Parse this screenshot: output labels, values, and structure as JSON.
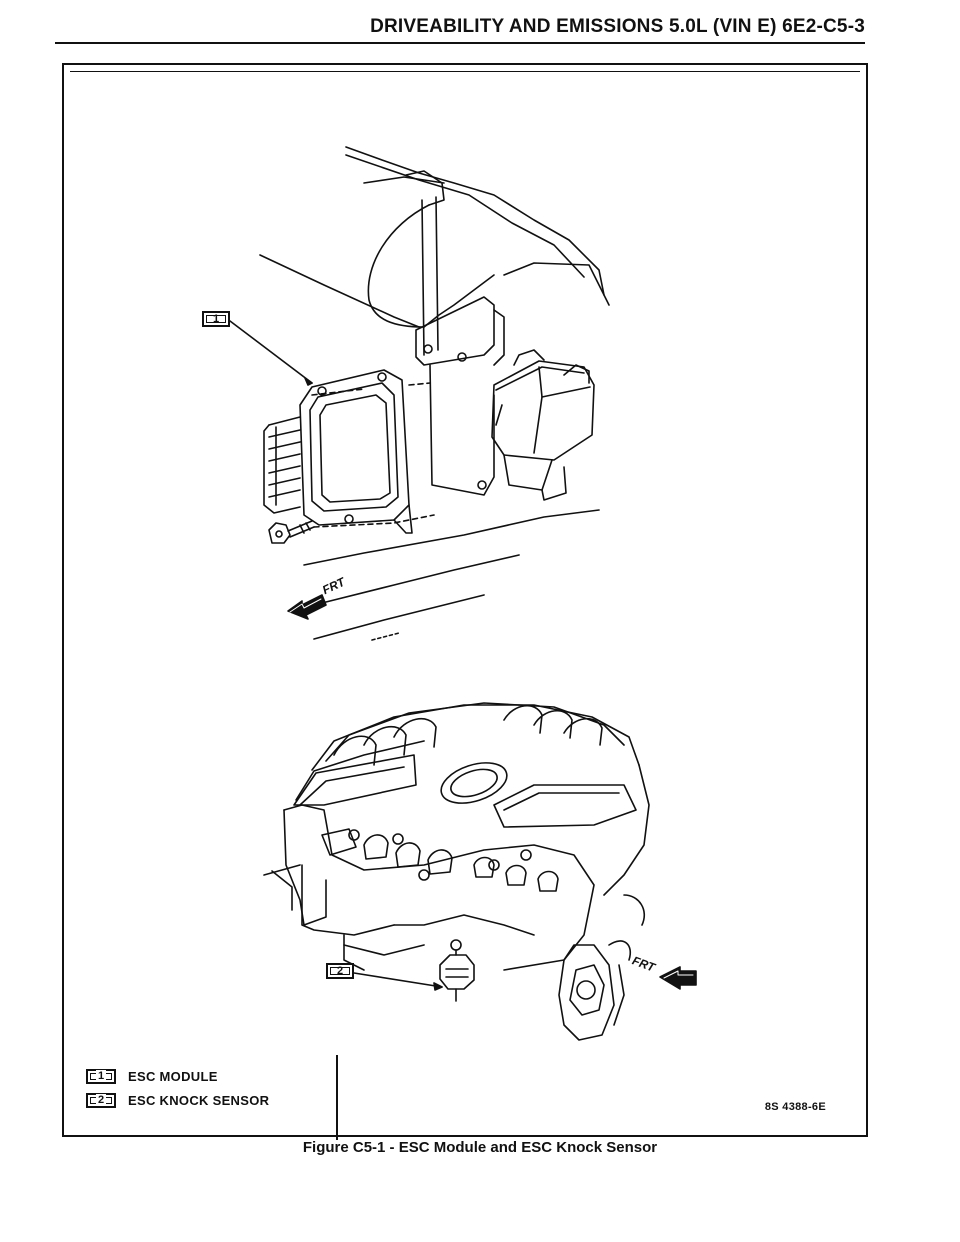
{
  "header": {
    "title": "DRIVEABILITY AND EMISSIONS 5.0L (VIN E) 6E2-C5-3"
  },
  "figure": {
    "callouts": [
      {
        "number": "1"
      },
      {
        "number": "2"
      }
    ],
    "direction_labels": [
      "FRT",
      "FRT"
    ],
    "legend": [
      {
        "number": "1",
        "label": "ESC MODULE"
      },
      {
        "number": "2",
        "label": "ESC KNOCK SENSOR"
      }
    ],
    "drawing_id": "8S 4388-6E",
    "caption": "Figure C5-1 - ESC Module and ESC Knock Sensor"
  }
}
